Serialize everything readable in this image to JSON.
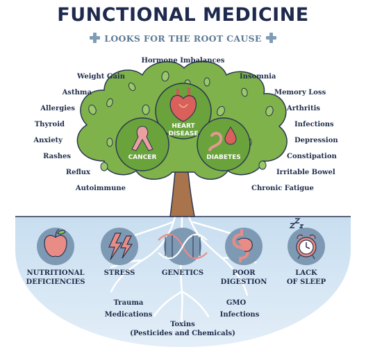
{
  "header": {
    "title": "FUNCTIONAL MEDICINE",
    "subtitle": "LOOKS FOR THE ROOT CAUSE"
  },
  "symptoms": {
    "top": "Hormone Imbalances",
    "left": [
      "Weight Gain",
      "Asthma",
      "Allergies",
      "Thyroid",
      "Anxiety",
      "Rashes",
      "Reflux",
      "Autoimmune"
    ],
    "right": [
      "Insomnia",
      "Memory Loss",
      "Arthritis",
      "Infections",
      "Depression",
      "Constipation",
      "Irritable Bowel",
      "Chronic Fatigue"
    ]
  },
  "diseases": {
    "heart": "HEART\nDISEASE",
    "cancer": "CANCER",
    "diabetes": "DIABETES"
  },
  "causes": [
    {
      "label": "NUTRITIONAL\nDEFICIENCIES",
      "icon": "apple-icon"
    },
    {
      "label": "STRESS",
      "icon": "lightning-icon"
    },
    {
      "label": "GENETICS",
      "icon": "dna-icon"
    },
    {
      "label": "POOR\nDIGESTION",
      "icon": "stomach-icon"
    },
    {
      "label": "LACK\nOF SLEEP",
      "icon": "alarm-clock-icon"
    }
  ],
  "roots": {
    "trauma": "Trauma",
    "medications": "Medications",
    "gmo": "GMO",
    "infections": "Infections",
    "toxins": "Toxins\n(Pesticides and Chemicals)"
  },
  "colors": {
    "title": "#1e2a4d",
    "subtitle": "#5c7a96",
    "canopy": "#7fb24a",
    "canopy_dark": "#5f9432",
    "trunk": "#a9744b",
    "soil": "#cfe3f3",
    "circle": "#7e99b3"
  }
}
